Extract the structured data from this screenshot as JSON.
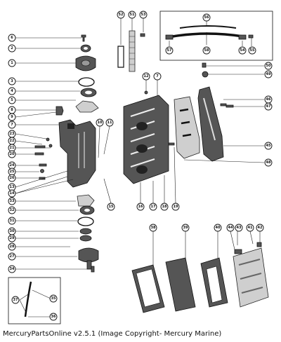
{
  "caption": "MercuryPartsOnline v2.5.1 (Image Copyright- Mercury Marine)",
  "callouts": [
    {
      "id": "left-6",
      "label": "6"
    },
    {
      "id": "left-2",
      "label": "2"
    },
    {
      "id": "left-1",
      "label": "1"
    },
    {
      "id": "left-3",
      "label": "3"
    },
    {
      "id": "left-4",
      "label": "4"
    },
    {
      "id": "left-5",
      "label": "5"
    },
    {
      "id": "left-8",
      "label": "8"
    },
    {
      "id": "left-9",
      "label": "9"
    },
    {
      "id": "left-7",
      "label": "7"
    },
    {
      "id": "left-23",
      "label": "23"
    },
    {
      "id": "left-22",
      "label": "22"
    },
    {
      "id": "left-21",
      "label": "21"
    },
    {
      "id": "left-20",
      "label": "20"
    },
    {
      "id": "left-24",
      "label": "24"
    },
    {
      "id": "left-25",
      "label": "25"
    },
    {
      "id": "left-26",
      "label": "26"
    },
    {
      "id": "left-13",
      "label": "13"
    },
    {
      "id": "left-14",
      "label": "14"
    },
    {
      "id": "left-33",
      "label": "33"
    },
    {
      "id": "left-32",
      "label": "32"
    },
    {
      "id": "left-31",
      "label": "31"
    },
    {
      "id": "left-30",
      "label": "30"
    },
    {
      "id": "left-29",
      "label": "29"
    },
    {
      "id": "left-28",
      "label": "28"
    },
    {
      "id": "left-27",
      "label": "27"
    },
    {
      "id": "left-34",
      "label": "34"
    },
    {
      "id": "top-52",
      "label": "52"
    },
    {
      "id": "top-51",
      "label": "51"
    },
    {
      "id": "top-53",
      "label": "53"
    },
    {
      "id": "top-56",
      "label": "56"
    },
    {
      "id": "top-57",
      "label": "57"
    },
    {
      "id": "top-58",
      "label": "58"
    },
    {
      "id": "top-54",
      "label": "54"
    },
    {
      "id": "top-55",
      "label": "55"
    },
    {
      "id": "mid-12",
      "label": "12"
    },
    {
      "id": "mid-7",
      "label": "7"
    },
    {
      "id": "mid-10",
      "label": "10"
    },
    {
      "id": "mid-11",
      "label": "11"
    },
    {
      "id": "mid-15",
      "label": "15"
    },
    {
      "id": "mid-16",
      "label": "16"
    },
    {
      "id": "mid-17",
      "label": "17"
    },
    {
      "id": "mid-18",
      "label": "18"
    },
    {
      "id": "mid-19",
      "label": "19"
    },
    {
      "id": "right-50",
      "label": "50"
    },
    {
      "id": "right-49",
      "label": "49"
    },
    {
      "id": "right-46",
      "label": "46"
    },
    {
      "id": "right-47",
      "label": "47"
    },
    {
      "id": "right-45",
      "label": "45"
    },
    {
      "id": "right-48",
      "label": "48"
    },
    {
      "id": "bot-38",
      "label": "38"
    },
    {
      "id": "bot-39",
      "label": "39"
    },
    {
      "id": "bot-40",
      "label": "40"
    },
    {
      "id": "bot-44",
      "label": "44"
    },
    {
      "id": "bot-43",
      "label": "43"
    },
    {
      "id": "bot-41",
      "label": "41"
    },
    {
      "id": "bot-42",
      "label": "42"
    },
    {
      "id": "inset-37",
      "label": "37"
    },
    {
      "id": "inset-35",
      "label": "35"
    },
    {
      "id": "inset-36",
      "label": "36"
    }
  ]
}
